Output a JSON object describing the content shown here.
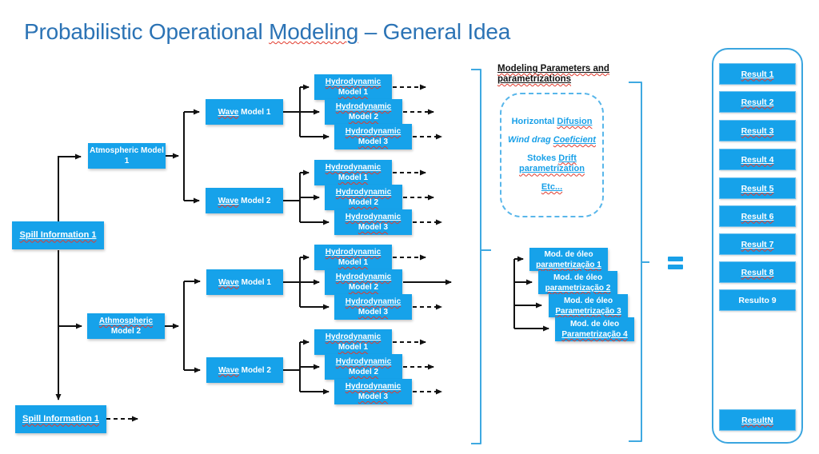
{
  "slide": {
    "title": {
      "pre": "Probabilistic Operational ",
      "sq": "Modeling",
      "post": " – General Idea"
    }
  },
  "nodes": {
    "spill_top": "Spill Information 1",
    "spill_bottom": "Spill Information 1",
    "atmospheric_1": "Atmospheric Model 1",
    "atmospheric_2": {
      "w1": "Athmospheric",
      "rest": " Model 2"
    },
    "wave_1": {
      "w1": "Wave",
      "rest": " Model 1"
    },
    "wave_2": {
      "w1": "Wave",
      "rest": " Model 2"
    },
    "hydro": [
      {
        "w1": "Hydrodynamic",
        "rest": " Model 1"
      },
      {
        "w1": "Hydrodynamic",
        "rest": " Model 2"
      },
      {
        "w1": "Hydrodynamic",
        "rest": " Model 3"
      }
    ],
    "oil": [
      {
        "pre": "Mod. de óleo ",
        "sq": "parametrização 1"
      },
      {
        "pre": "Mod. de óleo ",
        "sq": "parametrização 2"
      },
      {
        "pre": "Mod. de óleo ",
        "sq": "Parametrização 3"
      },
      {
        "pre": "Mod. de óleo ",
        "sq": "Parametrização 4"
      }
    ]
  },
  "params": {
    "heading": "Modeling Parameters and parametrizations",
    "items": [
      {
        "pre": "Horizontal ",
        "sq": "Difusion"
      },
      {
        "pre": "Wind drag ",
        "sq": "Coeficient"
      },
      {
        "pre": "Stokes ",
        "sq": "Drift parametrization"
      },
      {
        "pre": "",
        "sq": "Etc..."
      }
    ]
  },
  "icons": {
    "equals": "="
  },
  "results": {
    "items": [
      "Result 1",
      "Result 2",
      "Result 3",
      "Result 4",
      "Result 5",
      "Result 6",
      "Result 7",
      "Result 8",
      "Resulto 9"
    ],
    "final": "ResultN"
  },
  "colors": {
    "node_blue": "#16a2ea",
    "title_blue": "#2b73b5",
    "bracket_blue": "#3fa9e1",
    "dashed_panel_blue": "#58b6ea",
    "squiggle_red": "#e23b2e",
    "connector_black": "#111111"
  }
}
